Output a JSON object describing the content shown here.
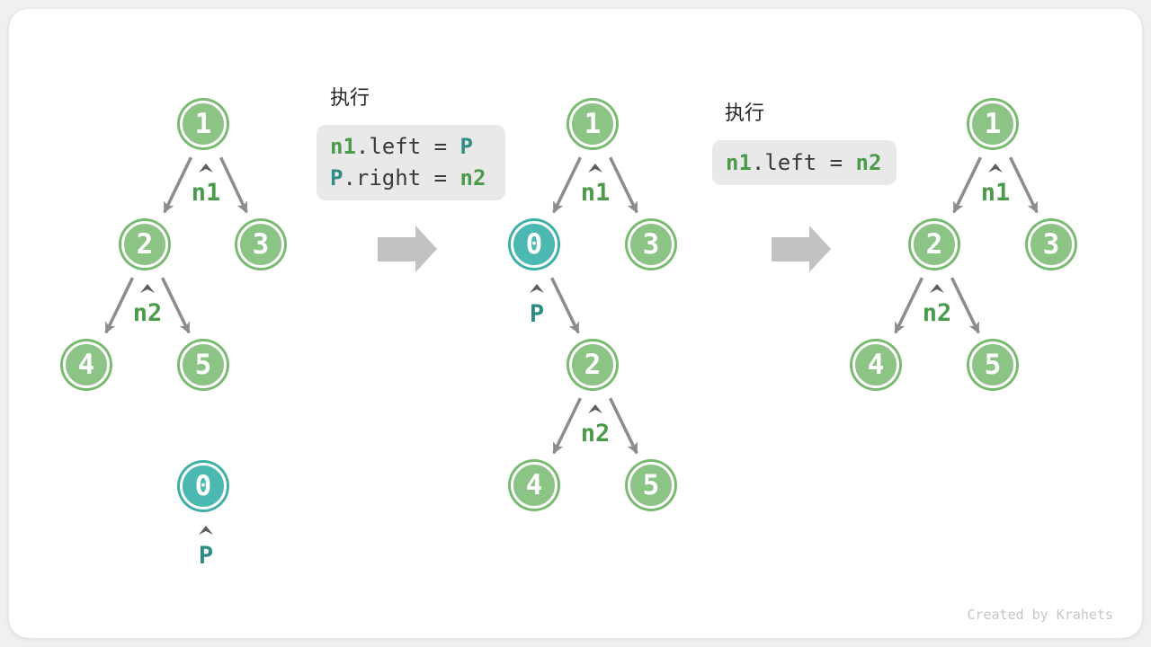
{
  "watermark": "Created by Krahets",
  "colors": {
    "node_green": "#8CC485",
    "node_green_ring": "#79BA71",
    "node_teal": "#4BB9B2",
    "node_teal_ring": "#3FAFA7",
    "edge_gray": "#8C8C8C",
    "block_arrow_gray": "#C2C2C2",
    "label_green": "#4C9B4C",
    "label_teal": "#2F8C85",
    "code_text": "#3A3A3A",
    "code_bg": "#E9E9E9",
    "caret_gray": "#5E5E5E",
    "watermark_gray": "#C6C6C6"
  },
  "steps": [
    {
      "title": "执行",
      "lines": [
        {
          "tokens": [
            {
              "text": "n1"
            },
            {
              "text": ".left = "
            },
            {
              "text": "P"
            }
          ]
        },
        {
          "tokens": [
            {
              "text": "P"
            },
            {
              "text": ".right = "
            },
            {
              "text": "n2"
            }
          ]
        }
      ]
    },
    {
      "title": "执行",
      "lines": [
        {
          "tokens": [
            {
              "text": "n1"
            },
            {
              "text": ".left = "
            },
            {
              "text": "n2"
            }
          ]
        }
      ]
    }
  ],
  "trees": {
    "left": {
      "structure": "1->(2,3); 2->(4,5); detached node 0 pointed by P",
      "nodes": [
        {
          "value": "1"
        },
        {
          "value": "2"
        },
        {
          "value": "3"
        },
        {
          "value": "4"
        },
        {
          "value": "5"
        },
        {
          "value": "0"
        }
      ],
      "pointers": [
        {
          "label": "n1"
        },
        {
          "label": "n2"
        },
        {
          "label": "P"
        }
      ]
    },
    "middle": {
      "structure": "1->(0,3); 0->(right:2); 2->(4,5); P points to 0",
      "nodes": [
        {
          "value": "1"
        },
        {
          "value": "0"
        },
        {
          "value": "3"
        },
        {
          "value": "2"
        },
        {
          "value": "4"
        },
        {
          "value": "5"
        }
      ],
      "pointers": [
        {
          "label": "n1"
        },
        {
          "label": "P"
        },
        {
          "label": "n2"
        }
      ]
    },
    "right": {
      "structure": "1->(2,3); 2->(4,5)",
      "nodes": [
        {
          "value": "1"
        },
        {
          "value": "2"
        },
        {
          "value": "3"
        },
        {
          "value": "4"
        },
        {
          "value": "5"
        }
      ],
      "pointers": [
        {
          "label": "n1"
        },
        {
          "label": "n2"
        }
      ]
    }
  }
}
